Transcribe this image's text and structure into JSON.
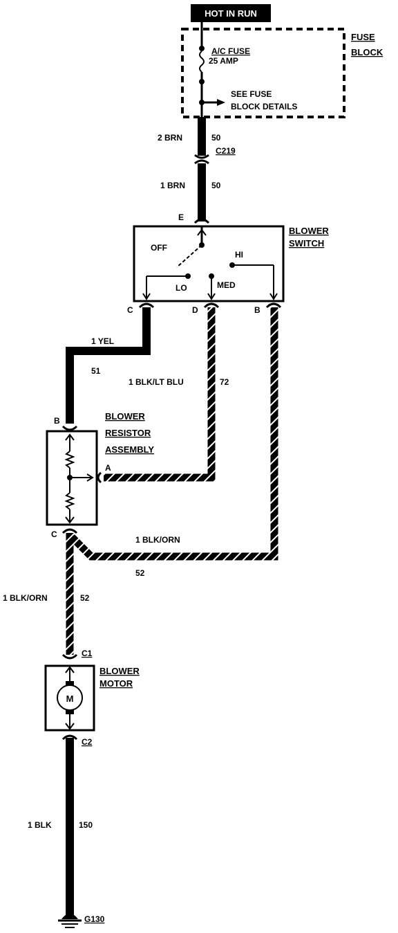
{
  "header": "HOT IN RUN",
  "fuse_block": {
    "title_line1": "FUSE",
    "title_line2": "BLOCK",
    "fuse_name": "A/C FUSE",
    "fuse_rating": "25 AMP",
    "details_line1": "SEE FUSE",
    "details_line2": "BLOCK DETAILS"
  },
  "wire_top": {
    "gauge": "2 BRN",
    "circuit": "50",
    "connector": "C219"
  },
  "wire_mid": {
    "gauge": "1 BRN",
    "circuit": "50"
  },
  "blower_switch": {
    "title_line1": "BLOWER",
    "title_line2": "SWITCH",
    "term_e": "E",
    "term_c": "C",
    "term_d": "D",
    "term_b": "B",
    "pos_off": "OFF",
    "pos_lo": "LO",
    "pos_med": "MED",
    "pos_hi": "HI"
  },
  "wire_yel": {
    "gauge": "1 YEL",
    "circuit": "51"
  },
  "wire_blk_ltblu": {
    "gauge": "1 BLK/LT BLU",
    "circuit": "72"
  },
  "resistor": {
    "title_line1": "BLOWER",
    "title_line2": "RESISTOR",
    "title_line3": "ASSEMBLY",
    "term_b": "B",
    "term_a": "A",
    "term_c": "C"
  },
  "wire_blk_orn_top": {
    "gauge": "1 BLK/ORN",
    "circuit": "52"
  },
  "wire_blk_orn_bot": {
    "gauge": "1 BLK/ORN",
    "circuit": "52"
  },
  "motor": {
    "title_line1": "BLOWER",
    "title_line2": "MOTOR",
    "symbol": "M",
    "conn_top": "C1",
    "conn_bot": "C2"
  },
  "wire_ground": {
    "gauge": "1 BLK",
    "circuit": "150"
  },
  "ground": {
    "label": "G130"
  }
}
